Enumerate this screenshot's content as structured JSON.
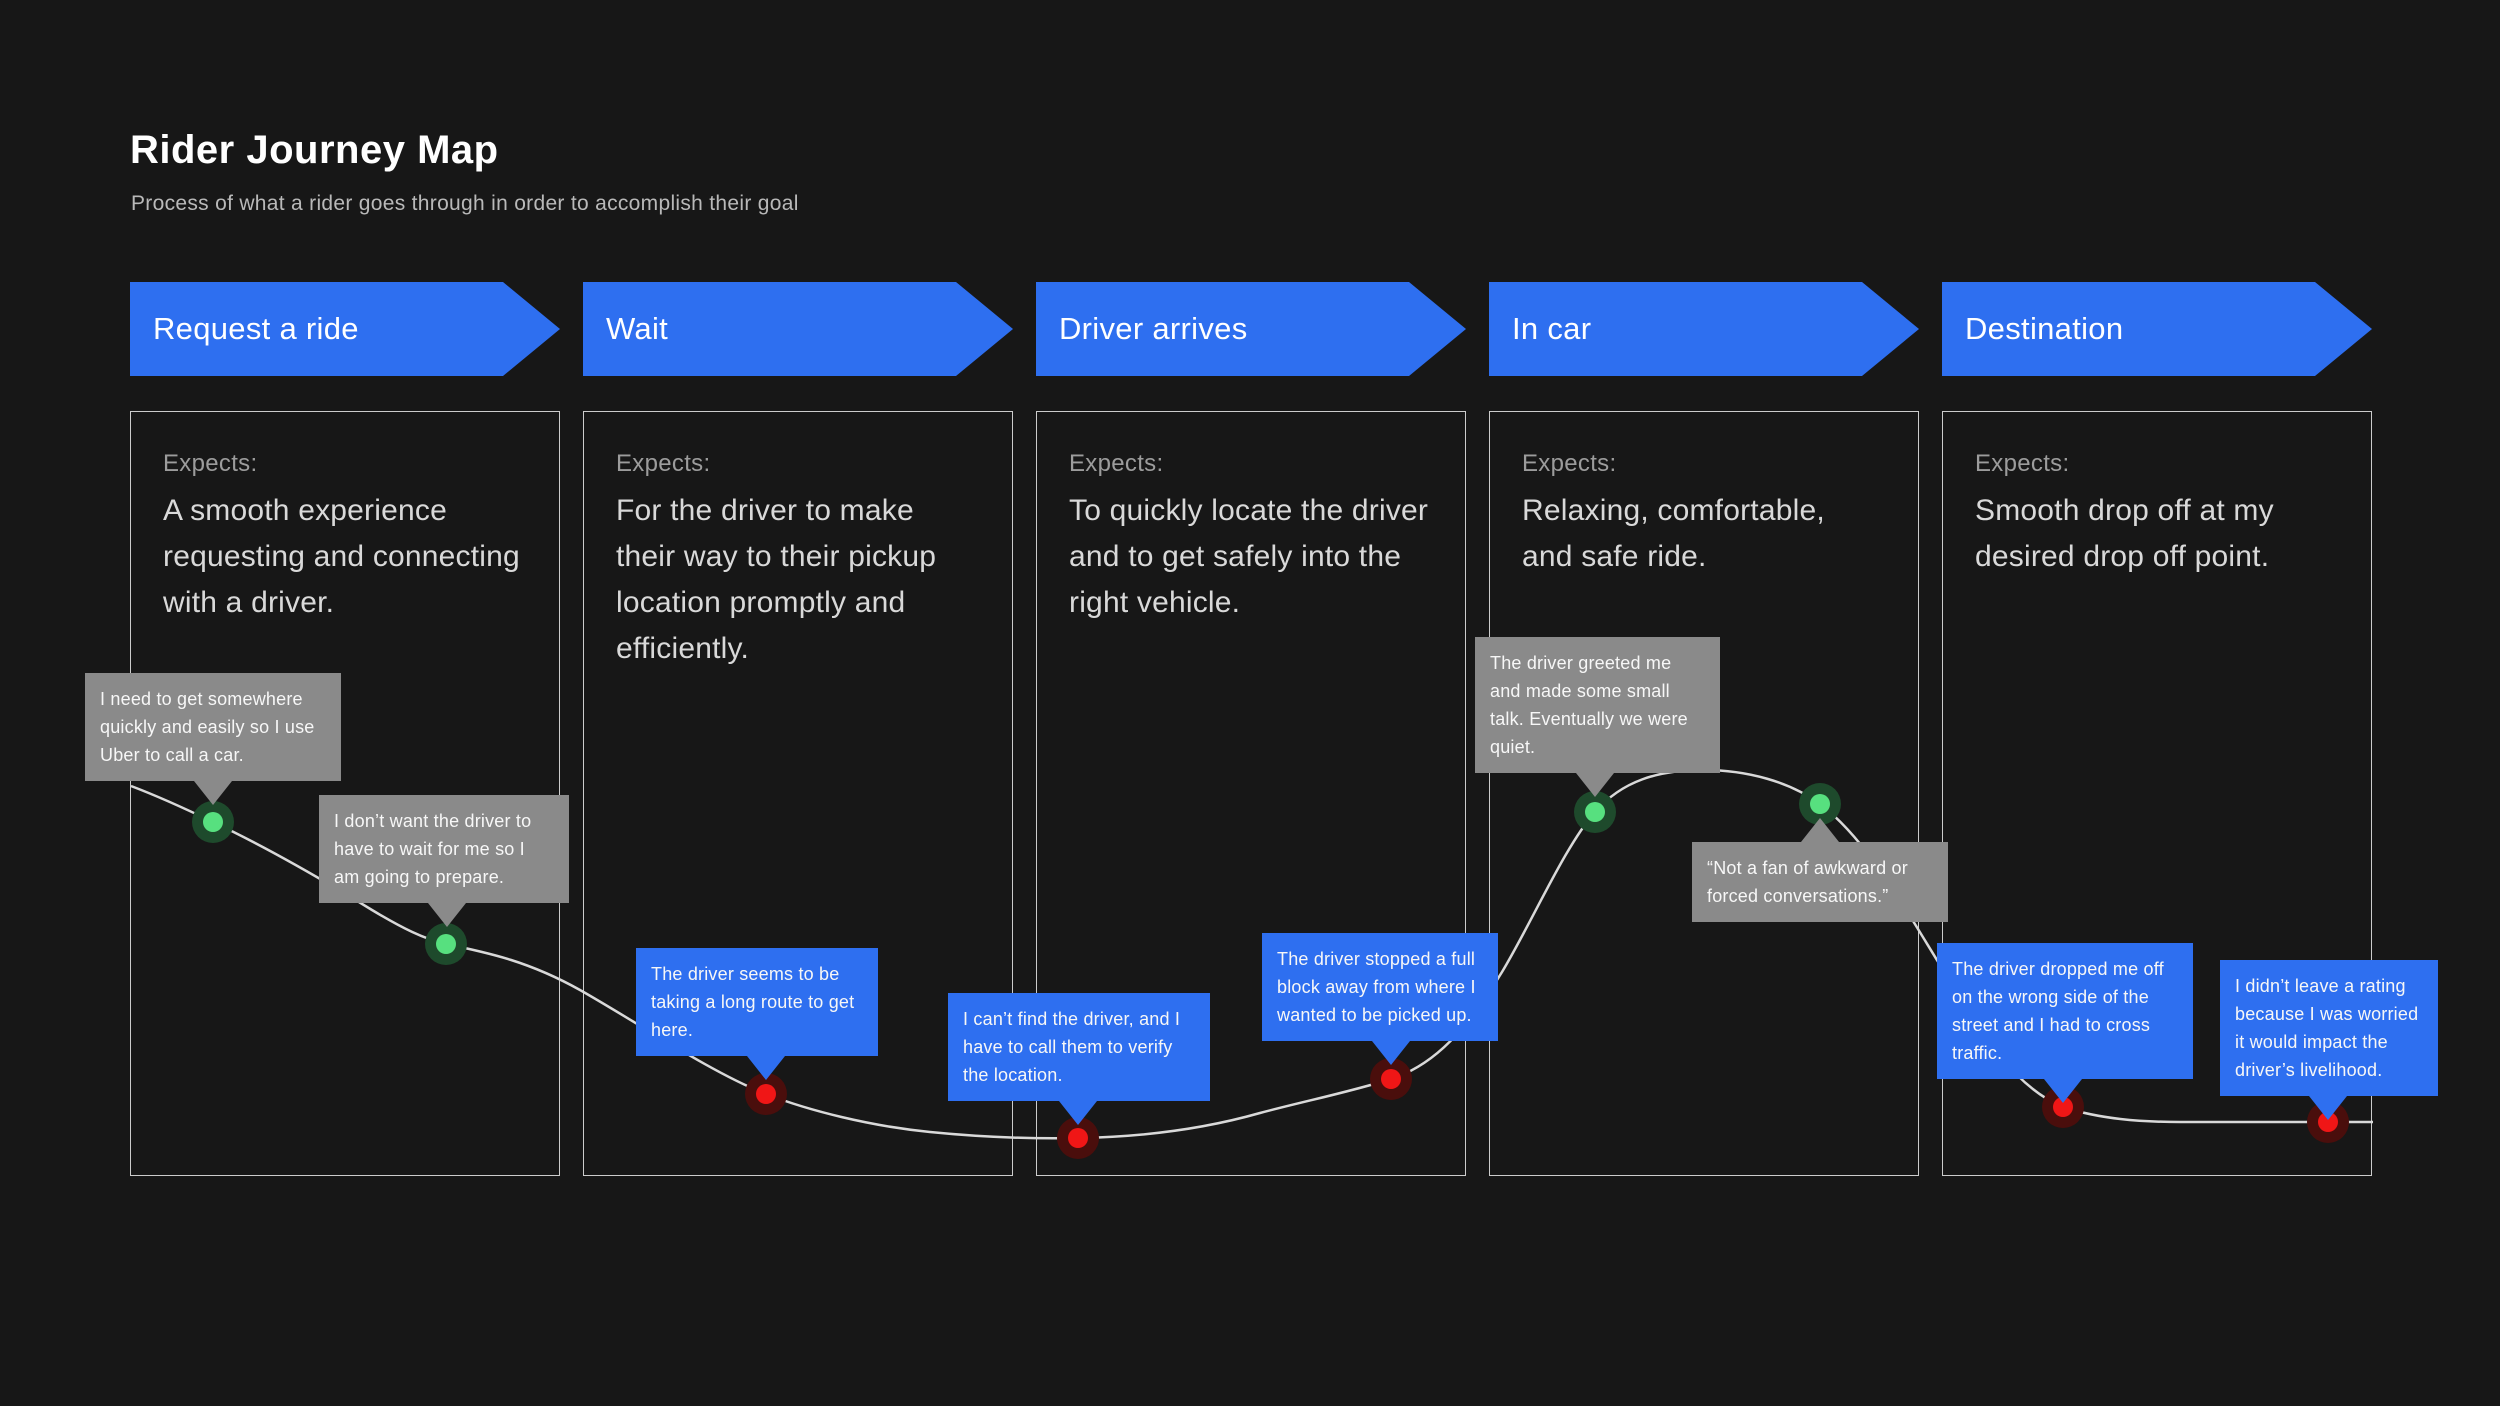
{
  "page": {
    "title": "Rider Journey Map",
    "subtitle": "Process of what a rider goes through in order to accomplish their goal"
  },
  "colors": {
    "background": "#171717",
    "stage_arrow_blue": "#2e6ff0",
    "callout_neutral_gray": "#8a8a8a",
    "callout_pain_blue": "#2e6ff0",
    "dot_positive_green": "#57e07f",
    "dot_positive_halo": "#1e4a2c",
    "dot_negative_red": "#f01616",
    "dot_negative_halo": "#4a0e0c",
    "journey_line": "#d9d9d9",
    "panel_border": "#cccccc"
  },
  "stages": [
    {
      "label": "Request a ride",
      "expects_label": "Expects:",
      "expects": "A smooth experience requesting and connecting with a driver."
    },
    {
      "label": "Wait",
      "expects_label": "Expects:",
      "expects": "For the driver to make their way to their pickup location promptly and efficiently."
    },
    {
      "label": "Driver arrives",
      "expects_label": "Expects:",
      "expects": "To quickly locate the driver and to get safely into the right vehicle."
    },
    {
      "label": "In car",
      "expects_label": "Expects:",
      "expects": "Relaxing, comfortable, and safe ride."
    },
    {
      "label": "Destination",
      "expects_label": "Expects:",
      "expects": "Smooth drop off at my desired drop off point."
    }
  ],
  "callouts": [
    {
      "text": "I need to get somewhere quickly and easily so I use Uber to call a car.",
      "sentiment": "positive",
      "style": "gray"
    },
    {
      "text": "I don’t want the driver to have to wait for me so I am going to prepare.",
      "sentiment": "positive",
      "style": "gray"
    },
    {
      "text": "The driver seems to be taking a long route to get here.",
      "sentiment": "negative",
      "style": "blue"
    },
    {
      "text": "I can’t find the driver, and I have to call them to verify the location.",
      "sentiment": "negative",
      "style": "blue"
    },
    {
      "text": "The driver stopped a full block away from where I wanted to be picked up.",
      "sentiment": "negative",
      "style": "blue"
    },
    {
      "text": "The driver greeted me and made some small talk. Eventually we were quiet.",
      "sentiment": "positive",
      "style": "gray"
    },
    {
      "text": "“Not a fan of awkward or forced conversations.”",
      "sentiment": "positive",
      "style": "gray"
    },
    {
      "text": "The driver dropped me off on the wrong side of the street and I had to cross traffic.",
      "sentiment": "negative",
      "style": "blue"
    },
    {
      "text": "I didn’t leave a rating because I was worried it would impact the driver’s livelihood.",
      "sentiment": "negative",
      "style": "blue"
    }
  ],
  "journey_points": {
    "positive_count": 4,
    "negative_count": 5,
    "sequence": [
      "positive",
      "positive",
      "negative",
      "negative",
      "negative",
      "positive",
      "positive",
      "negative",
      "negative"
    ]
  }
}
